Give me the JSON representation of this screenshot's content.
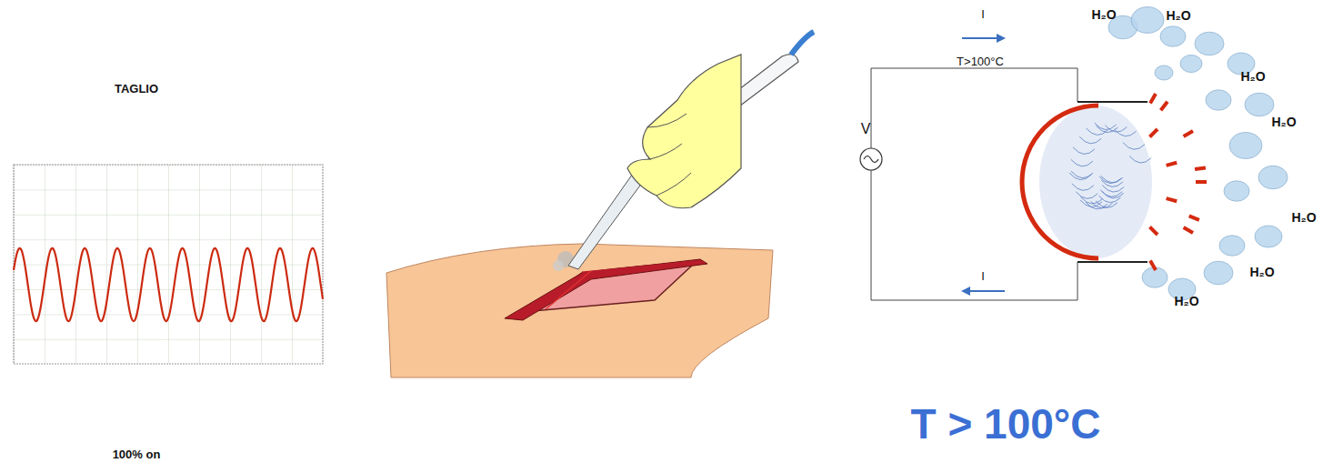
{
  "diagram": {
    "labels": [
      "TAGLIO",
      "100% on",
      "I",
      "V",
      "T>100°C",
      "I",
      "H₂O",
      "H₂O",
      "H₂O",
      "H₂O",
      "H₂O",
      "H₂O",
      "H₂O",
      "T > 100°C"
    ]
  }
}
